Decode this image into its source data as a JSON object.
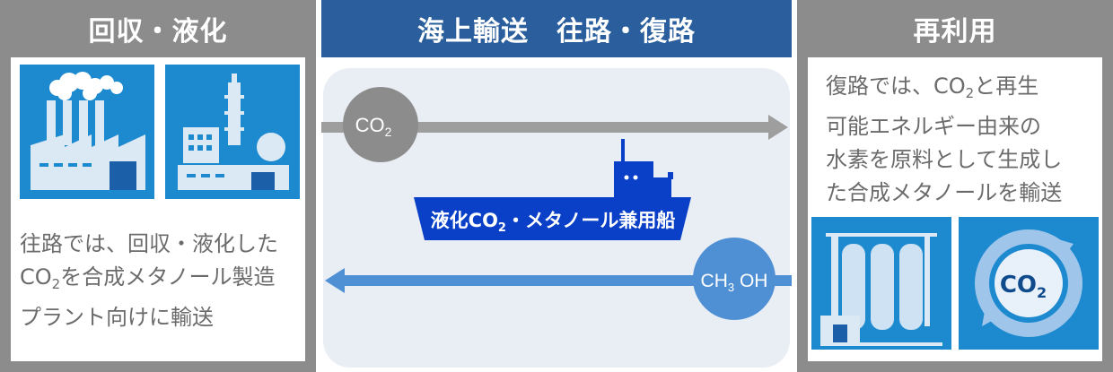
{
  "left": {
    "title": "回収・液化",
    "text_line1": "往路では、回収・液化した",
    "text_line2_pre": "CO",
    "text_line2_sub": "2",
    "text_line2_post": "を合成メタノール製造",
    "text_line3": "プラント向けに輸送"
  },
  "center": {
    "title": "海上輸送　往路・復路",
    "co2_main": "CO",
    "co2_sub": "2",
    "ship_label_pre": "液化CO",
    "ship_label_sub": "2",
    "ship_label_post": "・メタノール兼用船",
    "ch3oh_pre": "CH",
    "ch3oh_sub": "3",
    "ch3oh_post": " OH"
  },
  "right": {
    "title": "再利用",
    "text_line1_pre": "復路では、CO",
    "text_line1_sub": "2",
    "text_line1_post": "と再生",
    "text_line2": "可能エネルギー由来の",
    "text_line3": "水素を原料として生成し",
    "text_line4": "た合成メタノールを輸送",
    "co2_icon_main": "CO",
    "co2_icon_sub": "2"
  },
  "colors": {
    "gray": "#8c8c8c",
    "navy": "#2a5e9c",
    "tile_blue": "#1d8ad0",
    "ship_blue": "#0a40c8",
    "arrow_gray": "#9e9e9e",
    "arrow_blue": "#4f90d4"
  }
}
